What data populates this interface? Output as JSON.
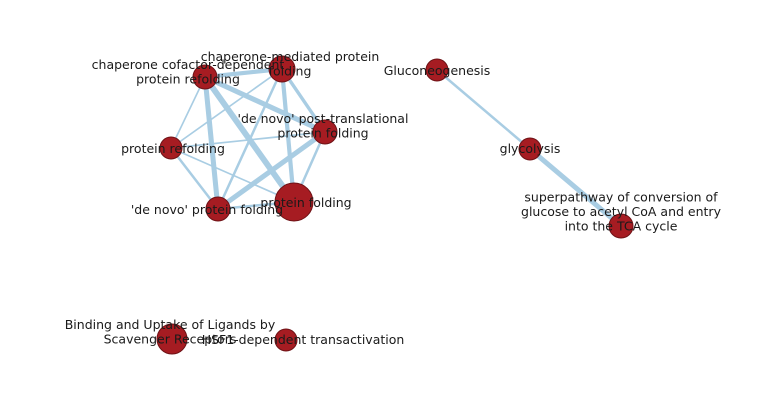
{
  "graph": {
    "colors": {
      "node_fill": "#a61c22",
      "node_stroke": "#6e1216",
      "edge": "#a9cde3",
      "label": "#1a1a1a",
      "background": "#ffffff"
    },
    "nodes": [
      {
        "id": "chaperone_cofactor",
        "label": [
          "chaperone cofactor-dependent",
          "protein refolding"
        ]
      },
      {
        "id": "chaperone_mediated",
        "label": [
          "chaperone-mediated protein",
          "folding"
        ]
      },
      {
        "id": "de_novo_post",
        "label": [
          "'de novo' post-translational",
          "protein folding"
        ]
      },
      {
        "id": "protein_refolding",
        "label": [
          "protein refolding"
        ]
      },
      {
        "id": "de_novo_folding",
        "label": [
          "'de novo' protein folding"
        ]
      },
      {
        "id": "protein_folding",
        "label": [
          "protein folding"
        ]
      },
      {
        "id": "gluconeogenesis",
        "label": [
          "Gluconeogenesis"
        ]
      },
      {
        "id": "glycolysis",
        "label": [
          "glycolysis"
        ]
      },
      {
        "id": "superpathway",
        "label": [
          "superpathway of conversion of",
          "glucose to acetyl CoA and entry",
          "into the TCA cycle"
        ]
      },
      {
        "id": "binding_uptake",
        "label": [
          "Binding and Uptake of Ligands by",
          "Scavenger Receptors"
        ]
      },
      {
        "id": "hsf1",
        "label": [
          "HSF1-dependent transactivation"
        ]
      }
    ],
    "edges": [
      {
        "source": "chaperone_cofactor",
        "target": "chaperone_mediated",
        "weight": 4
      },
      {
        "source": "chaperone_cofactor",
        "target": "de_novo_post",
        "weight": 5
      },
      {
        "source": "chaperone_cofactor",
        "target": "protein_refolding",
        "weight": 1
      },
      {
        "source": "chaperone_cofactor",
        "target": "de_novo_folding",
        "weight": 5
      },
      {
        "source": "chaperone_cofactor",
        "target": "protein_folding",
        "weight": 6
      },
      {
        "source": "chaperone_mediated",
        "target": "de_novo_post",
        "weight": 3
      },
      {
        "source": "chaperone_mediated",
        "target": "protein_refolding",
        "weight": 1
      },
      {
        "source": "chaperone_mediated",
        "target": "de_novo_folding",
        "weight": 2
      },
      {
        "source": "chaperone_mediated",
        "target": "protein_folding",
        "weight": 4
      },
      {
        "source": "de_novo_post",
        "target": "protein_refolding",
        "weight": 1
      },
      {
        "source": "de_novo_post",
        "target": "de_novo_folding",
        "weight": 5
      },
      {
        "source": "de_novo_post",
        "target": "protein_folding",
        "weight": 2
      },
      {
        "source": "protein_refolding",
        "target": "de_novo_folding",
        "weight": 2
      },
      {
        "source": "protein_refolding",
        "target": "protein_folding",
        "weight": 1
      },
      {
        "source": "de_novo_folding",
        "target": "protein_folding",
        "weight": 2
      },
      {
        "source": "gluconeogenesis",
        "target": "glycolysis",
        "weight": 2
      },
      {
        "source": "glycolysis",
        "target": "superpathway",
        "weight": 5
      }
    ]
  }
}
